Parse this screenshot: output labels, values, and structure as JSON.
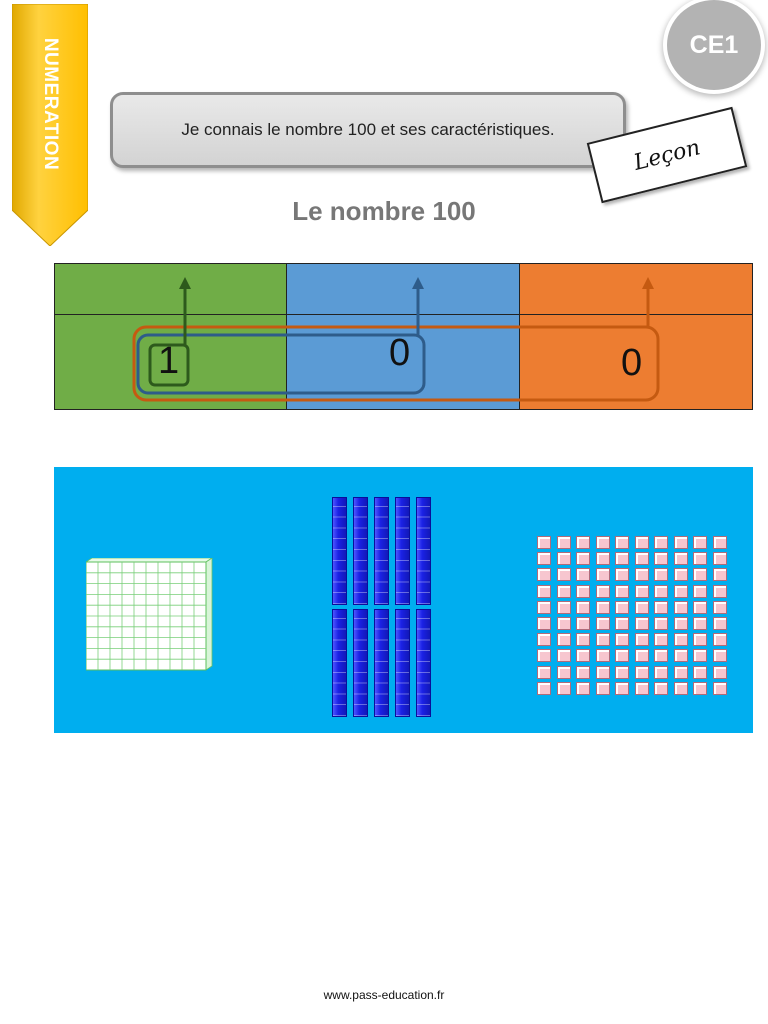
{
  "sidebar": {
    "category": "NUMERATION"
  },
  "badge": {
    "level": "CE1"
  },
  "objective": {
    "text": "Je connais le nombre 100 et ses caractéristiques."
  },
  "lesson_card": {
    "label": "Leçon"
  },
  "title": "Le nombre 100",
  "place_value": {
    "digits": [
      "1",
      "0",
      "0"
    ],
    "colors": {
      "hundreds": "#70ad47",
      "tens": "#5b9bd5",
      "units": "#ed7d31"
    }
  },
  "manipulatives": {
    "background": "#00aeef",
    "hundred_flats": 1,
    "ten_rods": 10,
    "unit_cubes": 100
  },
  "footer": {
    "site": "www.pass-education.fr"
  },
  "colors": {
    "ribbon": "#ffc000",
    "badge": "#b3b3b3"
  }
}
